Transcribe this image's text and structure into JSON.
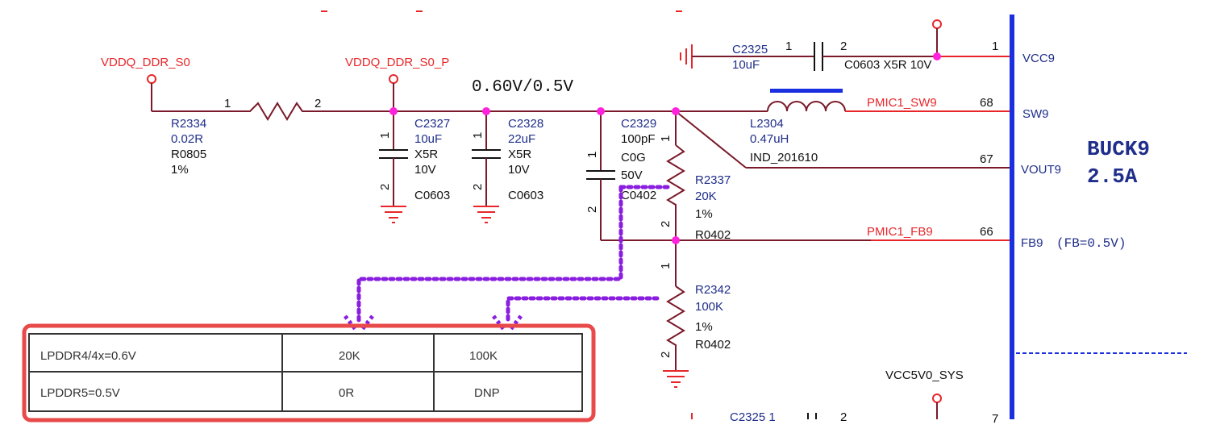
{
  "nets": {
    "vddq": "VDDQ_DDR_S0",
    "vddq_p": "VDDQ_DDR_S0_P",
    "vcc5v0": "VCC5V0_SYS",
    "sw9": "PMIC1_SW9",
    "fb9": "PMIC1_FB9"
  },
  "voltage_note": "0.60V/0.5V",
  "r2334": {
    "ref": "R2334",
    "value": "0.02R",
    "pkg": "R0805",
    "tol": "1%",
    "pin1": "1",
    "pin2": "2"
  },
  "c2327": {
    "ref": "C2327",
    "value": "10uF",
    "diel": "X5R",
    "volt": "10V",
    "pkg": "C0603",
    "pin1": "1",
    "pin2": "2"
  },
  "c2328": {
    "ref": "C2328",
    "value": "22uF",
    "diel": "X5R",
    "volt": "10V",
    "pkg": "C0603",
    "pin1": "1",
    "pin2": "2"
  },
  "c2329": {
    "ref": "C2329",
    "value": "100pF",
    "diel": "C0G",
    "volt": "50V",
    "pkg": "C0402",
    "pin1": "1",
    "pin2": "2"
  },
  "c2325": {
    "ref": "C2325",
    "value": "10uF",
    "info": "C0603  X5R  10V",
    "pin1": "1",
    "pin2": "2"
  },
  "c2325_bottom": {
    "label": "C2325 1",
    "pin2": "2"
  },
  "l2304": {
    "ref": "L2304",
    "value": "0.47uH",
    "pkg": "IND_201610"
  },
  "r2337": {
    "ref": "R2337",
    "value": "20K",
    "tol": "1%",
    "pkg": "R0402",
    "pin1": "1",
    "pin2": "2"
  },
  "r2342": {
    "ref": "R2342",
    "value": "100K",
    "tol": "1%",
    "pkg": "R0402",
    "pin1": "1",
    "pin2": "2"
  },
  "ic_pins": [
    {
      "num": "1",
      "name": "VCC9"
    },
    {
      "num": "68",
      "name": "SW9"
    },
    {
      "num": "67",
      "name": "VOUT9"
    },
    {
      "num": "66",
      "name": "FB9"
    },
    {
      "num": "7",
      "name": ""
    }
  ],
  "fb_note": "(FB=0.5V)",
  "buck": {
    "name": "BUCK9",
    "current": "2.5A"
  },
  "table": {
    "rows": [
      {
        "label": "LPDDR4/4x=0.6V",
        "r_top": "20K",
        "r_bottom": "100K"
      },
      {
        "label": "LPDDR5=0.5V",
        "r_top": "0R",
        "r_bottom": "DNP"
      }
    ]
  },
  "colors": {
    "net_label": "#e8262a",
    "ref_text": "#1f2e8a",
    "ic_body": "#1a2fe0",
    "junction": "#ff22dd",
    "annotation": "#8a1ee0",
    "highlight_box": "#e84a4a"
  }
}
